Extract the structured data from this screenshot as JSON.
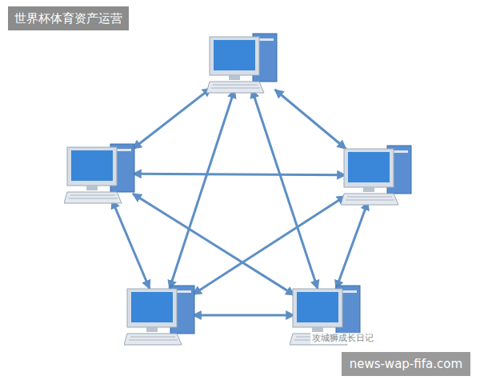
{
  "diagram": {
    "nodes": [
      {
        "text": []
      },
      {
        "text": []
      },
      {
        "text": []
      },
      {
        "text": []
      },
      {
        "text": []
      }
    ],
    "edges": [
      {
        "from": 0,
        "to": 1,
        "arrow": "both"
      },
      {
        "from": 0,
        "to": 2,
        "arrow": "both"
      },
      {
        "from": 1,
        "to": 2,
        "arrow": "both"
      },
      {
        "from": 1,
        "to": 3,
        "arrow": "both"
      },
      {
        "from": 2,
        "to": 4,
        "arrow": "both"
      },
      {
        "from": 3,
        "to": 4,
        "arrow": "both"
      },
      {
        "from": 0,
        "to": 3,
        "arrow": "both"
      },
      {
        "from": 0,
        "to": 4,
        "arrow": "both"
      },
      {
        "from": 1,
        "to": 4,
        "arrow": "both"
      },
      {
        "from": 2,
        "to": 3,
        "arrow": "both"
      }
    ],
    "labels": [
      "世界杯体育资产运营",
      "news-wap-fifa.com",
      "攻城狮成长日记"
    ]
  }
}
